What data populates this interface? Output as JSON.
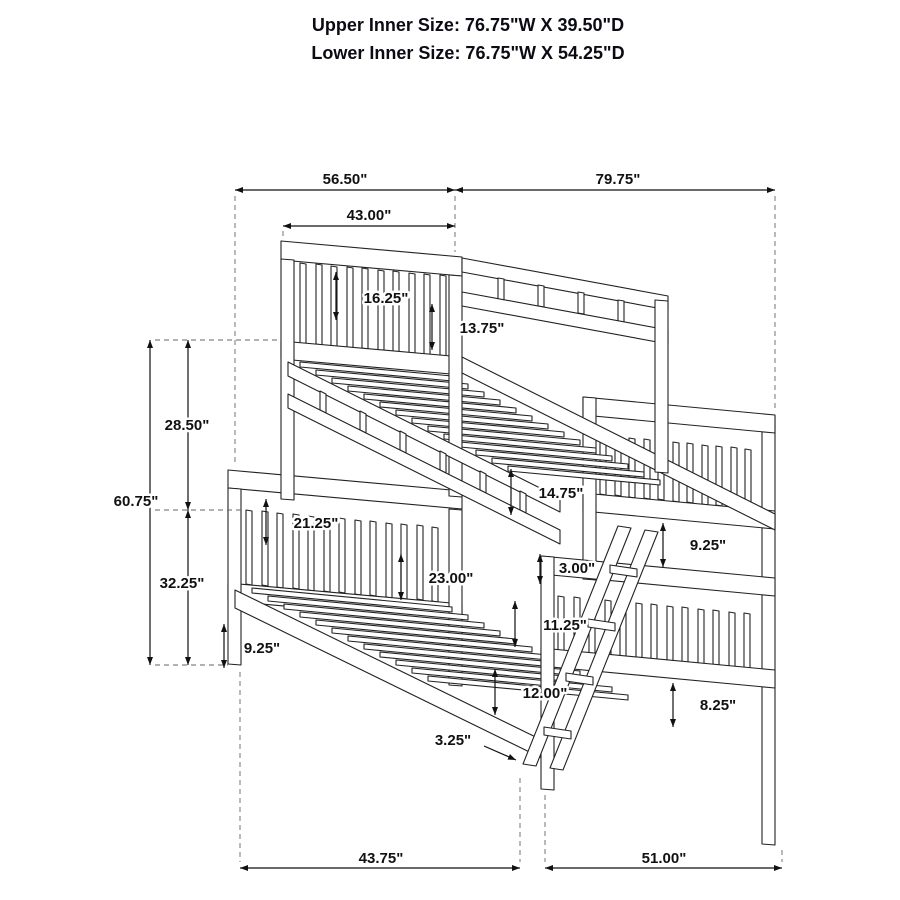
{
  "title": {
    "line1": "Upper Inner Size: 76.75\"W X 39.50\"D",
    "line2": "Lower Inner Size: 76.75\"W X 54.25\"D"
  },
  "dims": {
    "lower_head_total_width": "56.50\"",
    "length_total": "79.75\"",
    "upper_head_width": "43.00\"",
    "head_slat_height": "16.25\"",
    "rail_gap": "13.75\"",
    "upper_section_height": "28.50\"",
    "total_height": "60.75\"",
    "lower_section_height": "32.25\"",
    "lower_head_panel_height": "21.25\"",
    "guard_rail_height": "14.75\"",
    "bunk_clearance": "23.00\"",
    "rail_thickness": "3.00\"",
    "foot_upper_panel": "9.25\"",
    "ladder_gap": "11.25\"",
    "leg_height": "9.25\"",
    "rung_spacing": "12.00\"",
    "foot_leg_height": "8.25\"",
    "ladder_offset": "3.25\"",
    "floor_left": "43.75\"",
    "floor_right": "51.00\""
  }
}
